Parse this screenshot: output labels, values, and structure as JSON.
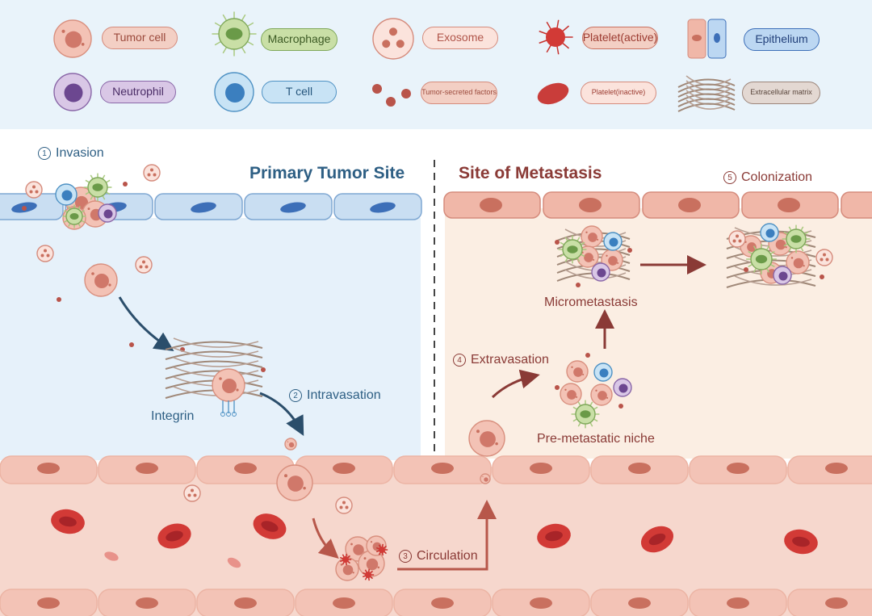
{
  "legend": {
    "items": [
      {
        "label": "Tumor cell",
        "icon": "tumor-cell-icon",
        "fill": "#f3cfc4",
        "stroke": "#d58b7c",
        "color": "#9b4a3c"
      },
      {
        "label": "Macrophage",
        "icon": "macrophage-icon",
        "fill": "#c9dfa6",
        "stroke": "#7fa85a",
        "color": "#3c5a24"
      },
      {
        "label": "Exosome",
        "icon": "exosome-icon",
        "fill": "#fbe3dc",
        "stroke": "#d58b7c",
        "color": "#b0554a"
      },
      {
        "label": "Platelet(active)",
        "icon": "platelet-active-icon",
        "fill": "#f3cfc4",
        "stroke": "#c9705f",
        "color": "#9b3a30"
      },
      {
        "label": "Epithelium",
        "icon": "epithelium-icon",
        "fill": "#bcd7f2",
        "stroke": "#3d6fb8",
        "color": "#22407a"
      },
      {
        "label": "Neutrophil",
        "icon": "neutrophil-icon",
        "fill": "#d9c7e6",
        "stroke": "#8a67a8",
        "color": "#4a2d66"
      },
      {
        "label": "T cell",
        "icon": "t-cell-icon",
        "fill": "#c8e3f5",
        "stroke": "#4f92c4",
        "color": "#24557c"
      },
      {
        "label": "Tumor-secreted factors",
        "icon": "tumor-factors-icon",
        "fill": "#f3cfc4",
        "stroke": "#d58b7c",
        "color": "#9b4a3c"
      },
      {
        "label": "Platelet(inactive)",
        "icon": "platelet-inactive-icon",
        "fill": "#fbe3dc",
        "stroke": "#d58b7c",
        "color": "#9b3a30"
      },
      {
        "label": "Extracellular matrix",
        "icon": "ecm-icon",
        "fill": "#e3d8d2",
        "stroke": "#9c857a",
        "color": "#5a463c"
      }
    ]
  },
  "primary": {
    "title": "Primary Tumor Site",
    "color": "#2e5f84"
  },
  "metastasis": {
    "title": "Site of Metastasis",
    "color": "#8a3a36"
  },
  "steps": {
    "invasion": {
      "num": "1",
      "label": "Invasion"
    },
    "intravasation": {
      "num": "2",
      "label": "Intravasation"
    },
    "circulation": {
      "num": "3",
      "label": "Circulation"
    },
    "extravasation": {
      "num": "4",
      "label": "Extravasation"
    },
    "colonization": {
      "num": "5",
      "label": "Colonization"
    }
  },
  "labels": {
    "integrin": "Integrin",
    "micrometastasis": "Micrometastasis",
    "premetastatic": "Pre-metastatic niche"
  },
  "colors": {
    "vessel": "#f6d7cd",
    "vessel_wall": "#ecb4a4",
    "rbc": "#d23a36",
    "arrow_blue": "#2b4e6b",
    "arrow_red": "#b7574a",
    "arrow_dark": "#8a3a36"
  }
}
